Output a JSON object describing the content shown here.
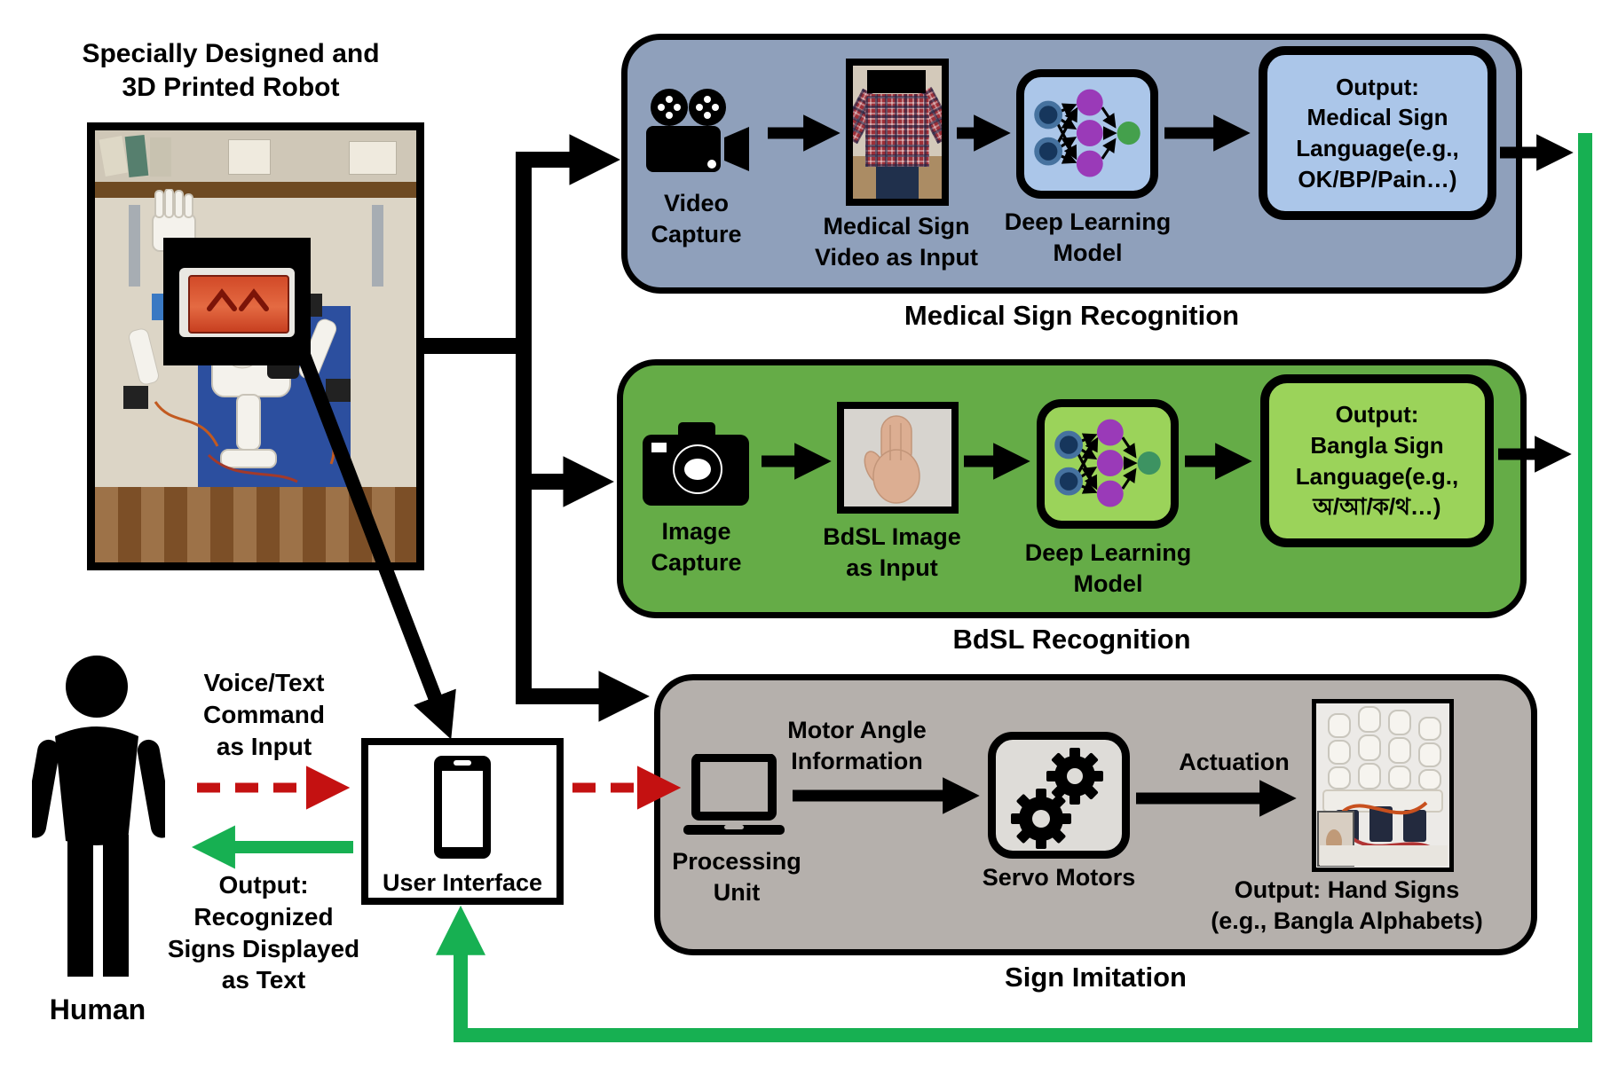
{
  "figure": {
    "title": "Specially Designed and\n3D Printed Robot"
  },
  "medical": {
    "caption": "Medical Sign Recognition",
    "video_capture_label": "Video\nCapture",
    "input_label": "Medical Sign\nVideo as Input",
    "dl_label": "Deep Learning\nModel",
    "output_text": "Output:\nMedical Sign\nLanguage(e.g.,\nOK/BP/Pain…)"
  },
  "bdsl": {
    "caption": "BdSL Recognition",
    "image_capture_label": "Image\nCapture",
    "input_label": "BdSL Image\nas Input",
    "dl_label": "Deep Learning\nModel",
    "output_text": "Output:\nBangla Sign\nLanguage(e.g.,\nঅ/আ/ক/থ…)"
  },
  "imitation": {
    "caption": "Sign Imitation",
    "motor_label": "Motor Angle\nInformation",
    "processing_label": "Processing\nUnit",
    "servo_label": "Servo Motors",
    "actuation_label": "Actuation",
    "output_label": "Output: Hand Signs\n(e.g., Bangla Alphabets)"
  },
  "left": {
    "human_label": "Human",
    "ui_label": "User Interface",
    "voice_input_label": "Voice/Text\nCommand\nas Input",
    "output_label": "Output:\nRecognized\nSigns Displayed\nas Text"
  },
  "icons": {
    "video_camera": "movie-camera glyph (two reels + lens)",
    "photo_camera": "still-camera glyph with lens",
    "neural_network": "2-3-1 node network",
    "smartphone": "phone outline",
    "laptop": "laptop outline",
    "gears": "two meshed gears",
    "human": "person silhouette"
  },
  "colors": {
    "medical_box": "#8fa0bb",
    "medical_inner": "#abc6e9",
    "bdsl_box": "#65ac47",
    "bdsl_inner": "#9bd35a",
    "imitation_box": "#b5b0ac",
    "imitation_inner": "#dedcd8",
    "arrow_black": "#000000",
    "arrow_red": "#c41111",
    "arrow_green": "#17b052",
    "nn_input_node": "#16365c",
    "nn_hidden_node": "#9a3ab8",
    "nn_output_node_medical": "#44a04c",
    "nn_output_node_bdsl": "#3d9362"
  }
}
